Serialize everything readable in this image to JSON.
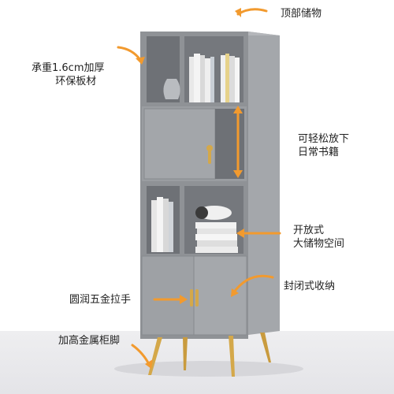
{
  "labels": {
    "top_storage": "顶部储物",
    "board_line1": "承重1.6cm加厚",
    "board_line2": "环保板材",
    "books_line1": "可轻松放下",
    "books_line2": "日常书籍",
    "open_line1": "开放式",
    "open_line2": "大储物空间",
    "closed_storage": "封闭式收纳",
    "handle": "圆润五金拉手",
    "legs": "加高金属柜脚"
  },
  "colors": {
    "cabinet": "#8f9296",
    "cabinet_side": "#a4a7ab",
    "interior": "#6e7176",
    "arrow": "#f29a2e",
    "gold": "#d4a84a"
  }
}
